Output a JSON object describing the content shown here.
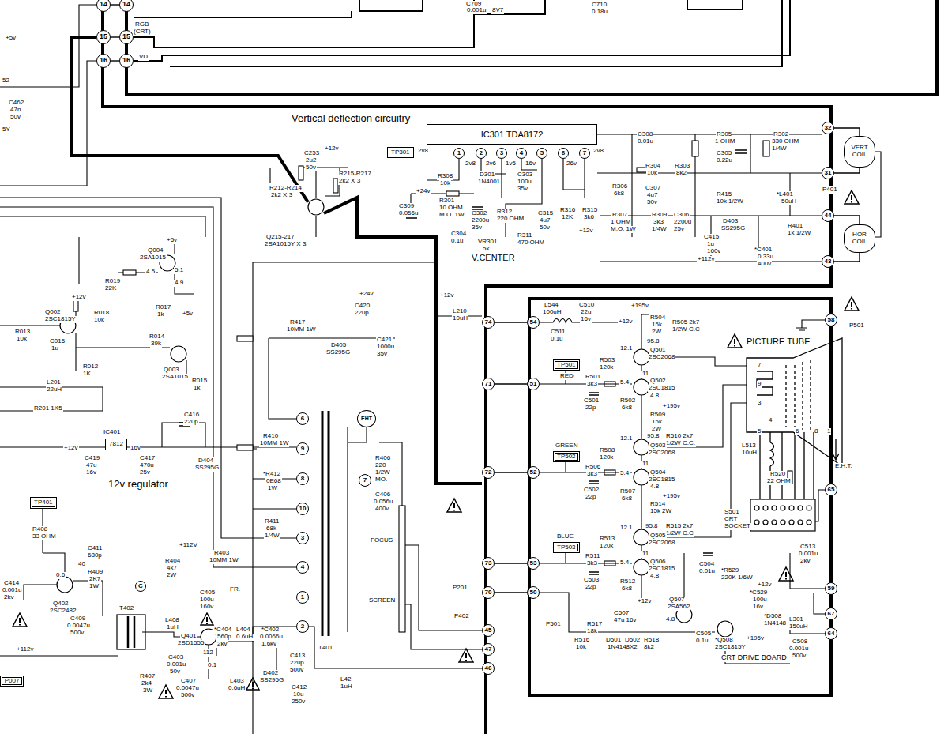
{
  "diagram": {
    "nodes": [
      {
        "text": [
          "TP301"
        ]
      },
      {
        "text": [
          "IC301 TDA8172"
        ]
      },
      {
        "text": [
          "1"
        ]
      },
      {
        "text": [
          "2"
        ]
      },
      {
        "text": [
          "3"
        ]
      },
      {
        "text": [
          "4"
        ]
      },
      {
        "text": [
          "5"
        ]
      },
      {
        "text": [
          "6"
        ]
      },
      {
        "text": [
          "7"
        ]
      },
      {
        "text": [
          "VERT COIL"
        ]
      },
      {
        "text": [
          "HOR COIL"
        ]
      },
      {
        "text": [
          "TP401"
        ]
      },
      {
        "text": [
          "IC401",
          "7812"
        ]
      },
      {
        "text": [
          "P007"
        ]
      },
      {
        "text": [
          "CRT DRIVE BOARD"
        ]
      },
      {
        "text": [
          "TP501"
        ],
        "in": 14
      },
      {
        "text": [
          "TP502"
        ],
        "in": 14
      },
      {
        "text": [
          "TP503"
        ],
        "in": 14
      },
      {
        "text": [
          "14"
        ]
      },
      {
        "text": [
          "14"
        ]
      },
      {
        "text": [
          "15"
        ]
      },
      {
        "text": [
          "15"
        ]
      },
      {
        "text": [
          "16"
        ]
      },
      {
        "text": [
          "16"
        ]
      },
      {
        "text": [
          "32"
        ]
      },
      {
        "text": [
          "31"
        ]
      },
      {
        "text": [
          "44"
        ]
      },
      {
        "text": [
          "43"
        ]
      },
      {
        "text": [
          "74"
        ]
      },
      {
        "text": [
          "71"
        ]
      },
      {
        "text": [
          "72"
        ]
      },
      {
        "text": [
          "73"
        ]
      },
      {
        "text": [
          "70"
        ]
      },
      {
        "text": [
          "45"
        ]
      },
      {
        "text": [
          "47"
        ]
      },
      {
        "text": [
          "46"
        ]
      },
      {
        "text": [
          "54"
        ]
      },
      {
        "text": [
          "51"
        ]
      },
      {
        "text": [
          "52"
        ]
      },
      {
        "text": [
          "53"
        ]
      },
      {
        "text": [
          "50"
        ]
      },
      {
        "text": [
          "58"
        ]
      },
      {
        "text": [
          "65"
        ]
      },
      {
        "text": [
          "59"
        ]
      },
      {
        "text": [
          "67"
        ]
      },
      {
        "text": [
          "64"
        ]
      },
      {
        "text": [
          "6"
        ]
      },
      {
        "text": [
          "9"
        ]
      },
      {
        "text": [
          "8"
        ]
      },
      {
        "text": [
          "10"
        ]
      },
      {
        "text": [
          "3"
        ]
      },
      {
        "text": [
          "4"
        ]
      },
      {
        "text": [
          "1"
        ]
      },
      {
        "text": [
          "2"
        ]
      },
      {
        "text": [
          "7"
        ]
      },
      {
        "text": [
          "EHT"
        ]
      },
      {
        "text": [
          "C"
        ]
      }
    ],
    "edges": [
      {
        "from": 18,
        "to": 19,
        "arrow": "none"
      },
      {
        "from": 20,
        "to": 21,
        "arrow": "none"
      },
      {
        "from": 22,
        "to": 23,
        "arrow": "none"
      },
      {
        "from": 28,
        "to": 36,
        "arrow": "none"
      },
      {
        "from": 29,
        "to": 37,
        "arrow": "none"
      },
      {
        "from": 30,
        "to": 38,
        "arrow": "none"
      },
      {
        "from": 31,
        "to": 39,
        "arrow": "none"
      },
      {
        "from": 32,
        "to": 40,
        "arrow": "none"
      },
      {
        "from": 24,
        "to": 9,
        "arrow": "none"
      },
      {
        "from": 25,
        "to": 9,
        "arrow": "none"
      },
      {
        "from": 26,
        "to": 10,
        "arrow": "none"
      },
      {
        "from": 27,
        "to": 10,
        "arrow": "none"
      }
    ],
    "labels": [
      "+5v",
      "52",
      "C462",
      "47n",
      "50v",
      "5Y",
      "C709",
      "0.001u",
      "8V7",
      "C710",
      "0.18u",
      "RGB",
      "(CRT)",
      "VD",
      "Vertical deflection circuitry",
      "2v8",
      "2v8",
      "2v6",
      "1v5",
      "16v",
      "26v",
      "2v8",
      "C308",
      "0.01u",
      "R305",
      "1 OHM",
      "C305",
      "0.22u",
      "R302",
      "330 OHM",
      "1/4W",
      "+12v",
      "C253",
      "2u2",
      "50v",
      "R215-R217",
      "2k2 X 3",
      "R212-R214",
      "2k2 X 3",
      "Q215-217",
      "2SA1015Y X 3",
      "R308",
      "10k",
      "C309",
      "0.056u",
      "+24v",
      "R301",
      "10 OHM",
      "M.O. 1W",
      "D301",
      "1N4001",
      "C303",
      "100u",
      "35v",
      "C302",
      "2200u",
      "35v",
      "C304",
      "0.1u",
      "R312",
      "220 OHM",
      "R311",
      "470 OHM",
      "VR301",
      "5k",
      "V.CENTER",
      "C315",
      "4u7",
      "50v",
      "R316",
      "12K",
      "R315",
      "3k6",
      "+12v",
      "R304",
      "10k",
      "R303",
      "8k2",
      "R306",
      "6k8",
      "C307",
      "4u7",
      "50v",
      "R307",
      "1 OHM",
      "M.O. 1W",
      "R309",
      "3k3",
      "1/4W",
      "C306",
      "2200u",
      "25v",
      "R415",
      "10k 1/2W",
      "*L401",
      "50uH",
      "D403",
      "SS295G",
      "C415",
      "1u",
      "160v",
      "+112v",
      "R401",
      "1k 1/2W",
      "*C401",
      "0.33u",
      "400v",
      "P401",
      "Q004",
      "2SA1015",
      "+5v",
      "4.5",
      "5.1",
      "4.9",
      "R019",
      "22K",
      "R018",
      "10k",
      "R017",
      "1k",
      "+5v",
      "Q002",
      "2SC1815Y",
      "+12v",
      "R013",
      "10k",
      "C015",
      "1u",
      "R012",
      "1K",
      "R014",
      "39k",
      "Q003",
      "2SA1015",
      "R015",
      "1k",
      "L201",
      "22uH",
      "R201 1K5",
      "+12v",
      "16v",
      "C419",
      "47u",
      "16v",
      "C417",
      "470u",
      "25v",
      "C416",
      "220p",
      "D404",
      "SS295G",
      "12v regulator",
      "R408",
      "33 OHM",
      "C414",
      "0.001u",
      "2kv",
      "0.6",
      "40",
      "C411",
      "680p",
      "R409",
      "2K7",
      "1W",
      "Q402",
      "2SC2482",
      "C409",
      "0.0047u",
      "500v",
      "R404",
      "4k7",
      "2W",
      "+112V",
      "R403",
      "10MM 1W",
      "C405",
      "100u",
      "160v",
      "FR.",
      "T402",
      "L408",
      "1uH",
      "Q401",
      "2SD1555",
      "112",
      "0.1",
      "L403",
      "0.6uH",
      "C403",
      "0.001u",
      "50v",
      "R407",
      "2k4",
      "3W",
      "C407",
      "0.0047u",
      "500v",
      "+112v",
      "*C404",
      "560p",
      "2kv",
      "L404",
      "0.6uH",
      "*C402",
      "0.0066u",
      "1.6kv",
      "D402",
      "SS295G",
      "C413",
      "220p",
      "500v",
      "C412",
      "10u",
      "250v",
      "L42",
      "1uH",
      "R417",
      "10MM 1W",
      "C420",
      "220p",
      "+24v",
      "D405",
      "SS295G",
      "C421",
      "1000u",
      "35v",
      "R410",
      "10MM 1W",
      "*R412",
      "0E68",
      "1W",
      "R411",
      "68k",
      "1/4W",
      "R406",
      "220",
      "1/2W",
      "MO.",
      "C406",
      "0.056u",
      "400v",
      "FOCUS",
      "SCREEN",
      "T401",
      "P201",
      "P402",
      "L210",
      "10uH",
      "+12v",
      "L544",
      "100uH",
      "C510",
      "22u",
      "16v",
      "C511",
      "0.1u",
      "+12v",
      "+195v",
      "R504",
      "15k",
      "2W",
      "R505 2k7",
      "1/2W C.C",
      "95.8",
      "12.1",
      "Q501",
      "2SC2068",
      "11",
      "5.4",
      "Q502",
      "2SC1815",
      "4.8",
      "R503",
      "120k",
      "RED",
      "R501",
      "3k3",
      "C501",
      "22p",
      "R502",
      "6k8",
      "+195v",
      "R509",
      "15k",
      "2W",
      "95.8",
      "R510 2k7",
      "1/2W C.C.",
      "12.1",
      "Q503",
      "2SC2068",
      "11",
      "5.4",
      "Q504",
      "2SC1815",
      "4.8",
      "R508",
      "120k",
      "GREEN",
      "R506",
      "3k3",
      "C502",
      "22p",
      "R507",
      "6k8",
      "+195v",
      "R514",
      "15k 2W",
      "95.8",
      "R515 2k7",
      "1/2W C.C",
      "12.1",
      "Q505",
      "2SC2068",
      "11",
      "5.4",
      "Q506",
      "2SC1815",
      "4.8",
      "R513",
      "120k",
      "BLUE",
      "R511",
      "3k3",
      "C503",
      "22p",
      "R512",
      "6k8",
      "C504",
      "0.01u",
      "+12v",
      "Q507",
      "2SA562",
      "C507",
      "47u 16v",
      "R517",
      "18k",
      "R516",
      "10k",
      "D501",
      "D502",
      "1N4148X2",
      "4.8",
      "R518",
      "8k2",
      "C505",
      "0.1u",
      "*Q508",
      "2SC1815Y",
      "*R529",
      "220K 1/6W",
      "*C529",
      "100u",
      "16v",
      "+12v",
      "*D508",
      "1N4148",
      "+195v",
      "L301",
      "150uH",
      "C508",
      "0.001u",
      "500v",
      "C513",
      "0.001u",
      "2kv",
      "PICTURE TUBE",
      "P501",
      "P501",
      "E.H.T.",
      "7",
      "9",
      "3",
      "4",
      "5",
      "6",
      "8",
      "1",
      "L513",
      "10uH",
      "R520",
      "22 OHM",
      "S501",
      "CRT",
      "SOCKET"
    ]
  }
}
